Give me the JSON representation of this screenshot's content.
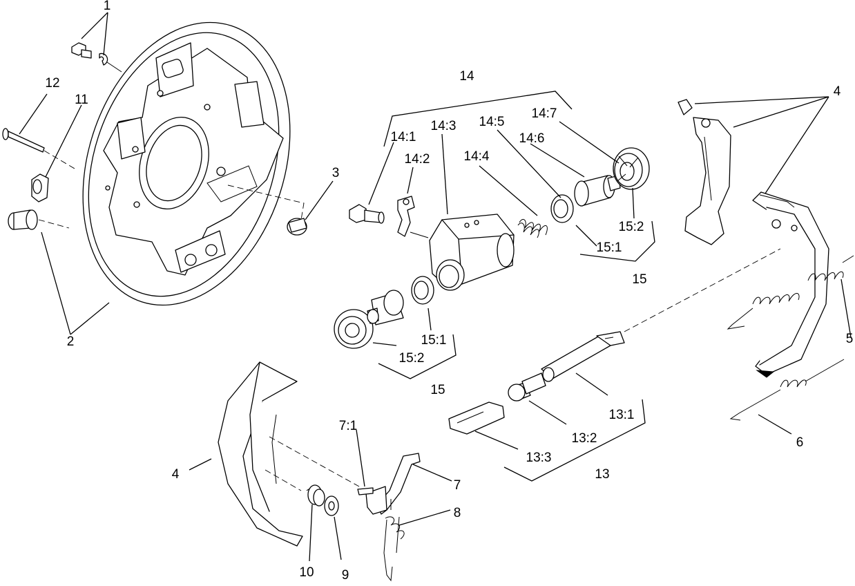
{
  "diagram": {
    "callouts": {
      "c1": "1",
      "c2": "2",
      "c3": "3",
      "c4_top": "4",
      "c4_bottom": "4",
      "c5": "5",
      "c6": "6",
      "c7": "7",
      "c7_1": "7:1",
      "c8": "8",
      "c9": "9",
      "c10": "10",
      "c11": "11",
      "c12": "12",
      "c13": "13",
      "c13_1": "13:1",
      "c13_2": "13:2",
      "c13_3": "13:3",
      "c14": "14",
      "c14_1": "14:1",
      "c14_2": "14:2",
      "c14_3": "14:3",
      "c14_4": "14:4",
      "c14_5": "14:5",
      "c14_6": "14:6",
      "c14_7": "14:7",
      "c15_right": "15",
      "c15_1_right": "15:1",
      "c15_2_right": "15:2",
      "c15_left": "15",
      "c15_1_left": "15:1",
      "c15_2_left": "15:2"
    }
  }
}
